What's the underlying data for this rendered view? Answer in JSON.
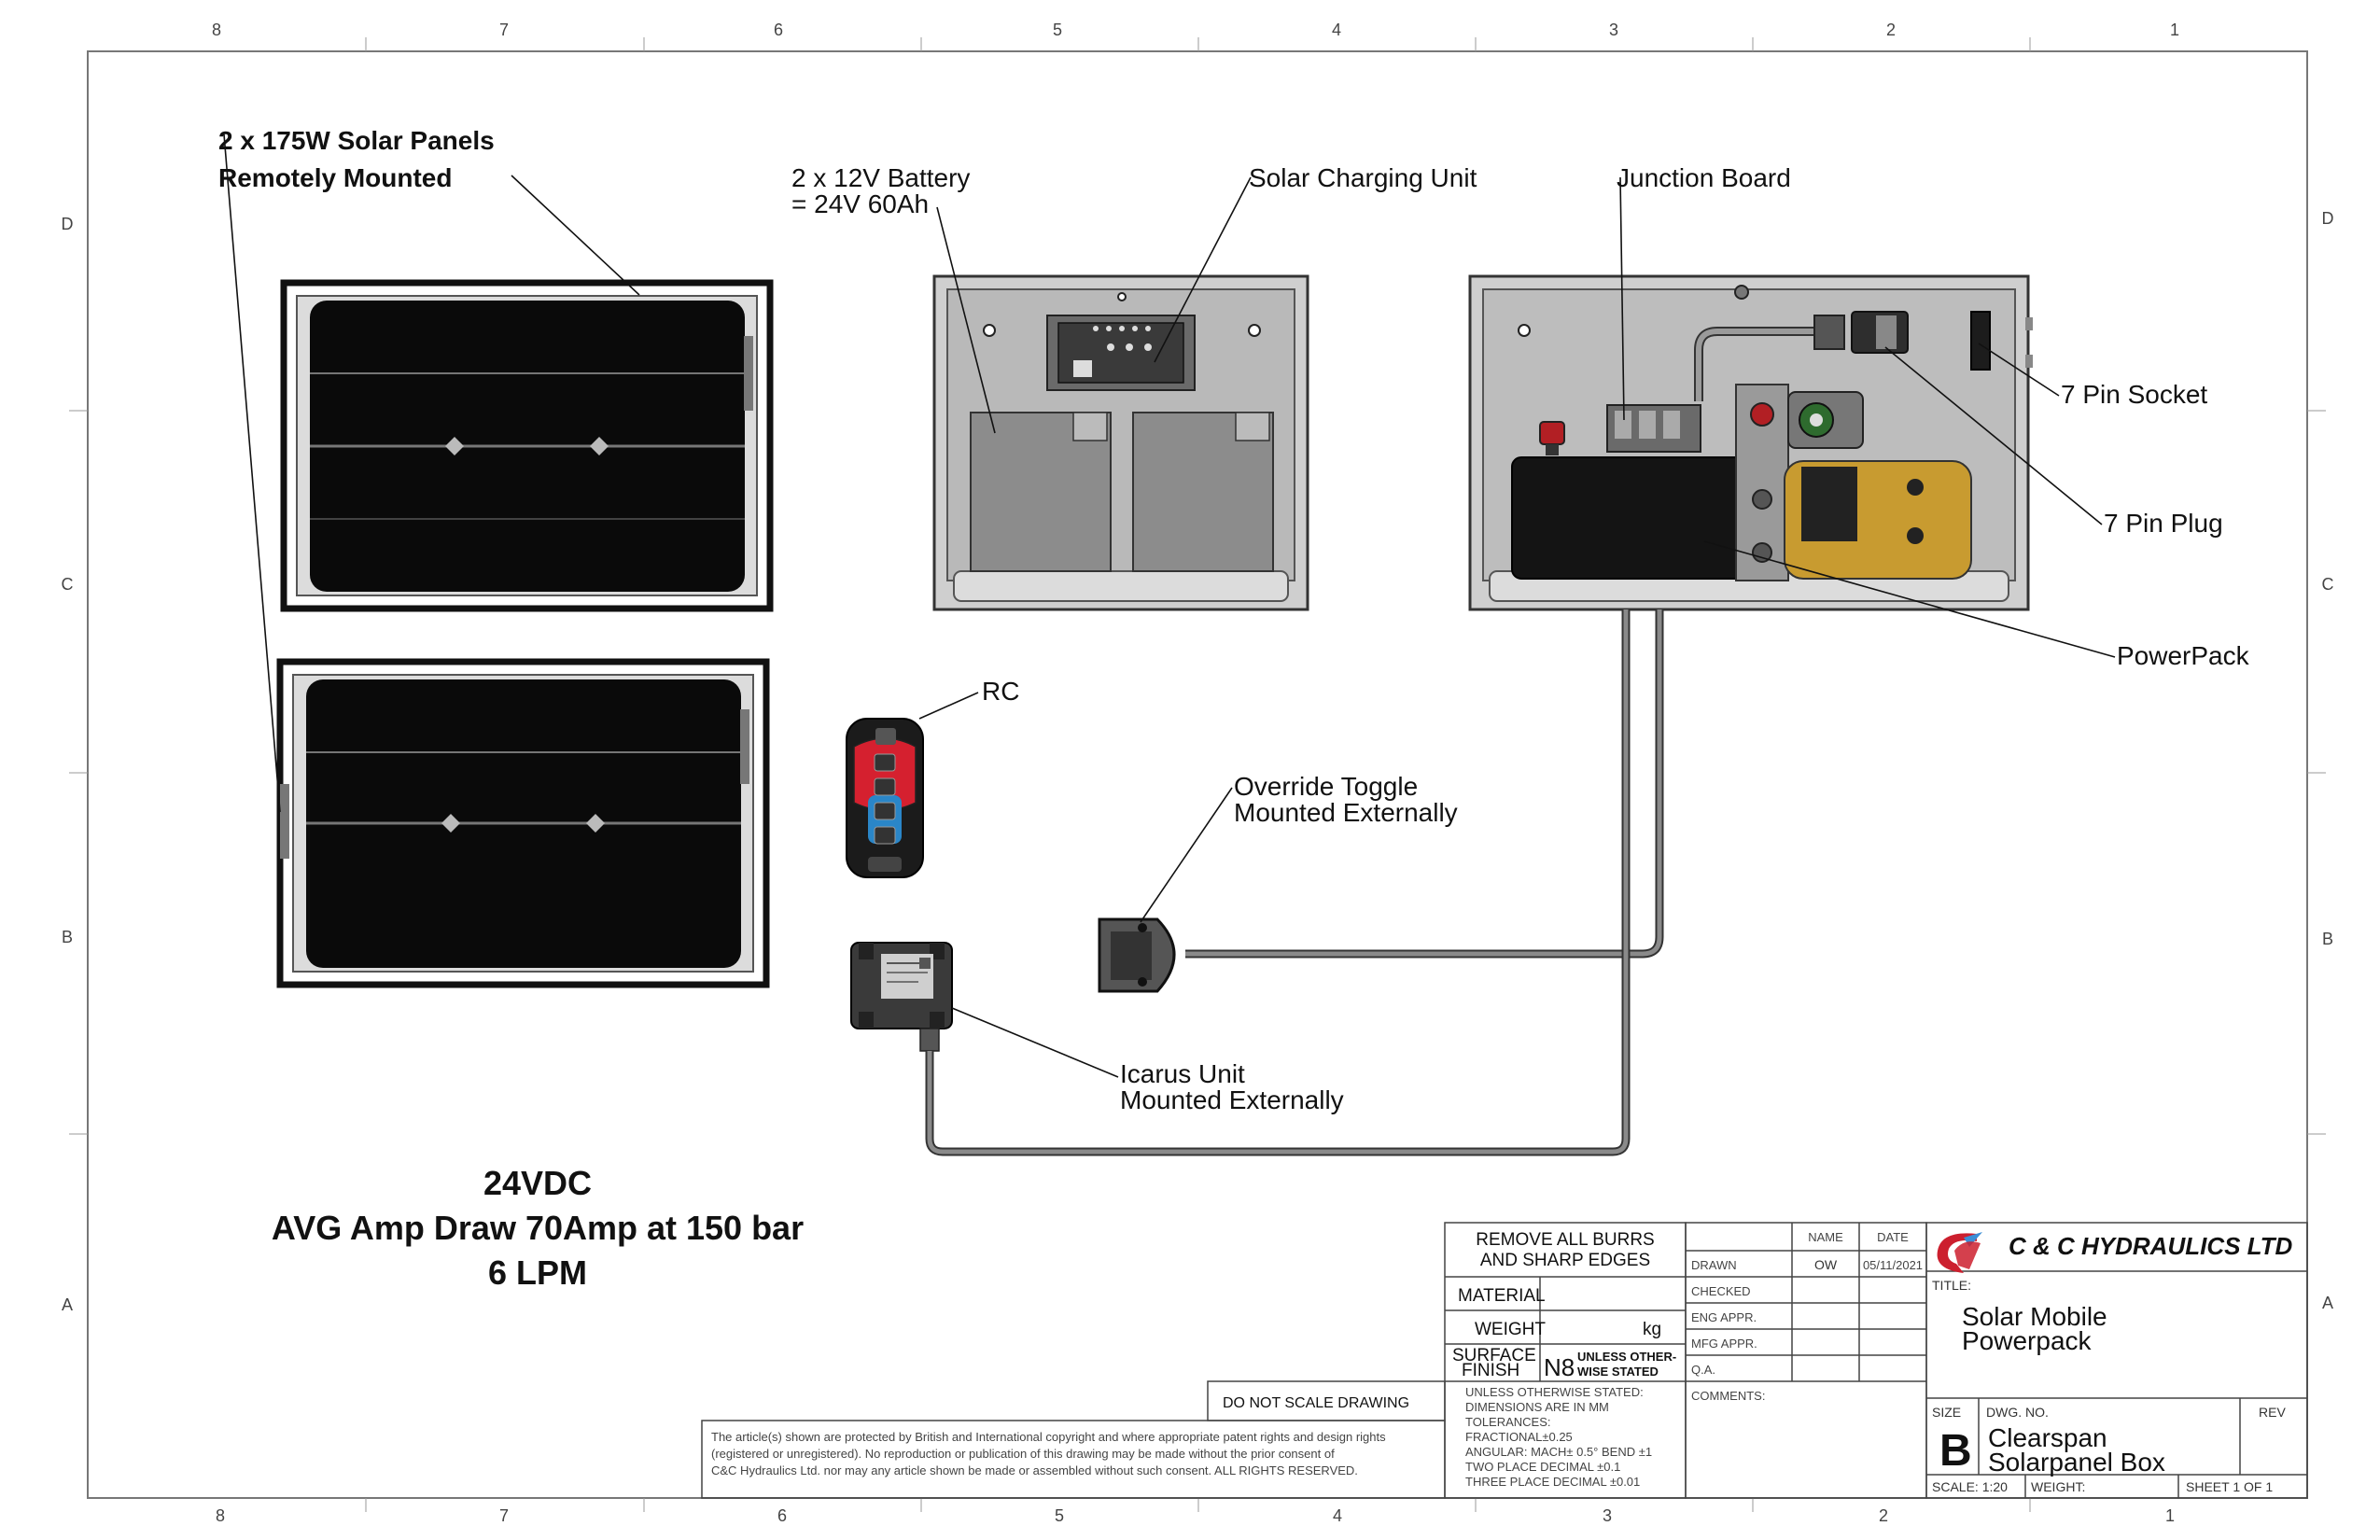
{
  "zones": {
    "top": [
      "8",
      "7",
      "6",
      "5",
      "4",
      "3",
      "2",
      "1"
    ],
    "bottom": [
      "8",
      "7",
      "6",
      "5",
      "4",
      "3",
      "2",
      "1"
    ],
    "left": [
      "D",
      "C",
      "B",
      "A"
    ],
    "right": [
      "D",
      "C",
      "B",
      "A"
    ]
  },
  "labels": {
    "solar_panels_1": "2 x 175W Solar Panels",
    "solar_panels_2": "Remotely Mounted",
    "battery_1": "2 x 12V Battery",
    "battery_2": "= 24V 60Ah",
    "solar_charging_unit": "Solar Charging Unit",
    "junction_board": "Junction Board",
    "seven_pin_socket": "7 Pin Socket",
    "seven_pin_plug": "7 Pin Plug",
    "powerpack": "PowerPack",
    "rc": "RC",
    "override_1": "Override Toggle",
    "override_2": "Mounted Externally",
    "icarus_1": "Icarus Unit",
    "icarus_2": "Mounted Externally"
  },
  "specs": {
    "voltage": "24VDC",
    "amp_draw": "AVG Amp Draw 70Amp at 150 bar",
    "flow": "6 LPM"
  },
  "title_block": {
    "burrs_1": "REMOVE ALL BURRS",
    "burrs_2": "AND SHARP EDGES",
    "material": "MATERIAL",
    "weight": "WEIGHT",
    "weight_unit": "kg",
    "surface_1": "SURFACE",
    "surface_2": "FINISH",
    "finish_code": "N8",
    "unless_1": "UNLESS OTHER-",
    "unless_2": "WISE STATED",
    "do_not_scale": "DO NOT SCALE DRAWING",
    "tolerances": [
      "UNLESS OTHERWISE STATED:",
      "DIMENSIONS ARE IN MM",
      "TOLERANCES:",
      "FRACTIONAL±0.25",
      "ANGULAR: MACH± 0.5° BEND ±1",
      "TWO PLACE DECIMAL   ±0.1",
      "THREE PLACE DECIMAL   ±0.01"
    ],
    "copyright": [
      "The article(s) shown are protected by British and International copyright and where appropriate patent rights and design rights",
      "(registered or unregistered). No reproduction or publication of this drawing may be made without the prior consent of",
      "C&C Hydraulics Ltd. nor may any article shown be made or assembled without such consent. ALL RIGHTS RESERVED."
    ],
    "col_name": "NAME",
    "col_date": "DATE",
    "drawn": "DRAWN",
    "drawn_name": "OW",
    "drawn_date": "05/11/2021",
    "checked": "CHECKED",
    "eng_appr": "ENG APPR.",
    "mfg_appr": "MFG APPR.",
    "qa": "Q.A.",
    "comments": "COMMENTS:",
    "company": "C & C HYDRAULICS LTD",
    "title_label": "TITLE:",
    "title_1": "Solar Mobile",
    "title_2": "Powerpack",
    "size_label": "SIZE",
    "size": "B",
    "dwg_no_label": "DWG.  NO.",
    "dwg_1": "Clearspan",
    "dwg_2": "Solarpanel Box",
    "rev_label": "REV",
    "scale": "SCALE: 1:20",
    "weight_label": "WEIGHT:",
    "sheet": "SHEET 1 OF 1"
  },
  "colors": {
    "panel": "#0a0a0a",
    "box_fill": "#c9c9c9",
    "battery": "#8c8c8c",
    "powerpack_yellow": "#c89b30",
    "remote_red": "#d5202f",
    "remote_blue": "#2a86c8",
    "logo_red": "#cc1f2e",
    "logo_blue": "#3b8ed6"
  }
}
